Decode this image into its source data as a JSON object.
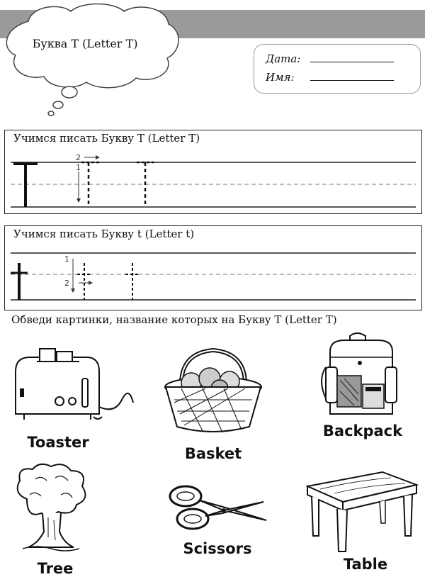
{
  "header": {
    "title": "Буква T (Letter T)",
    "date_label": "Дата:",
    "name_label": "Имя:"
  },
  "practice_upper": {
    "title": "Учимся писать Букву T (Letter T)",
    "stroke_1": "1",
    "stroke_2": "2"
  },
  "practice_lower": {
    "title": "Учимся писать Букву t (Letter t)",
    "stroke_1": "1",
    "stroke_2": "2"
  },
  "prompt": "Обведи картинки, название которых на Букву T (Letter T)",
  "pictures": {
    "toaster": "Toaster",
    "basket": "Basket",
    "backpack": "Backpack",
    "tree": "Tree",
    "scissors": "Scissors",
    "table": "Table"
  }
}
